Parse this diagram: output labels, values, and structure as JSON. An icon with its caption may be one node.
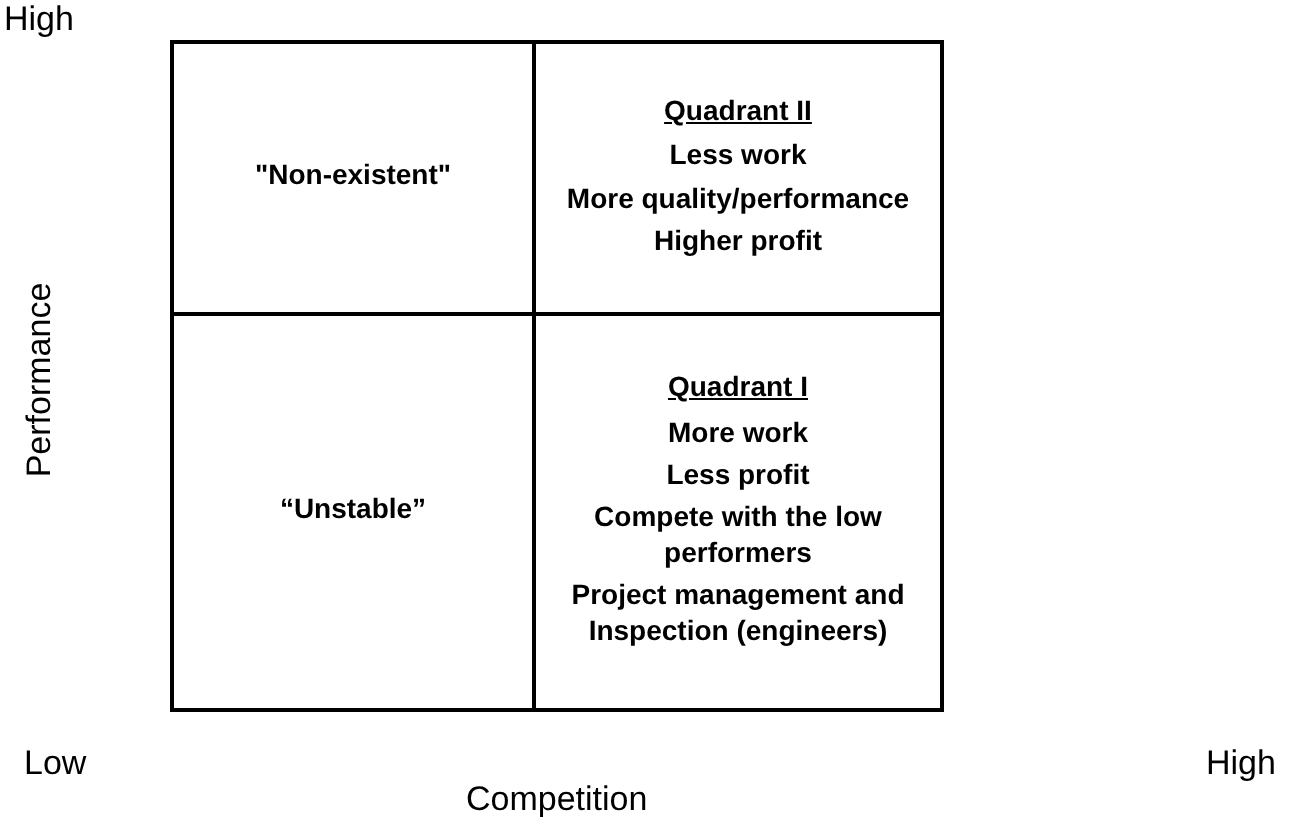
{
  "diagram": {
    "nodes": [
      {
        "text": [
          "\"Non-existent\""
        ]
      },
      {
        "text": [
          "Quadrant II",
          "Less work",
          "More quality/performance",
          "Higher profit"
        ]
      },
      {
        "text": [
          "“Unstable”"
        ]
      },
      {
        "text": [
          "Quadrant I",
          "More work",
          "Less profit",
          "Compete with the low performers",
          "Project management and Inspection (engineers)"
        ]
      }
    ],
    "labels": [
      "High",
      "Performance",
      "Low",
      "High",
      "Competition"
    ]
  }
}
